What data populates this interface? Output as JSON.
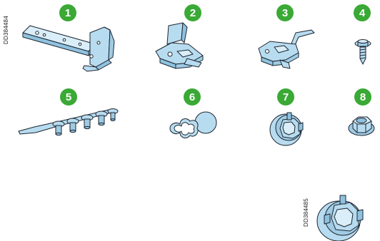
{
  "doc_codes": {
    "top": "DD384484",
    "bottom": "DD384485"
  },
  "parts": [
    {
      "number": "1",
      "icon": "bracket-icon"
    },
    {
      "number": "2",
      "icon": "clip-icon"
    },
    {
      "number": "3",
      "icon": "spring-clip-icon"
    },
    {
      "number": "4",
      "icon": "screw-icon"
    },
    {
      "number": "5",
      "icon": "rivet-strip-icon"
    },
    {
      "number": "6",
      "icon": "gasket-icon"
    },
    {
      "number": "7",
      "icon": "cable-gland-icon"
    },
    {
      "number": "8",
      "icon": "flange-nut-icon"
    }
  ],
  "colors": {
    "part_fill": "#b8dcef",
    "part_shadow": "#8fc2df",
    "badge": "#3aa935",
    "outline": "#1c2430"
  }
}
